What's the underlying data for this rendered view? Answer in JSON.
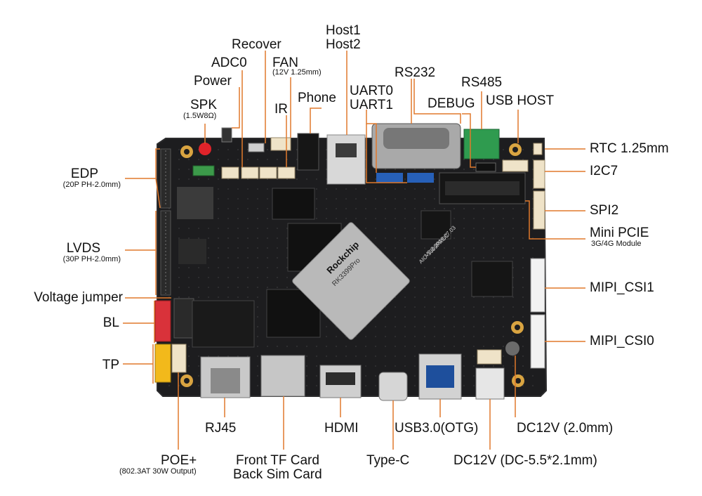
{
  "colors": {
    "pcb": "#1d1d1f",
    "pcb_edge": "#2c2c2e",
    "leader": "#e0792c",
    "soc": "#b9b9b9",
    "gold": "#d9a441"
  },
  "chip": {
    "brand": "Rockchip",
    "model": "RK3399Pro",
    "board_id": "AIO-3399PROC",
    "version": "V0.2 2019.07.03"
  },
  "labels": {
    "edp": "EDP",
    "edp_sub": "(20P PH-2.0mm)",
    "lvds": "LVDS",
    "lvds_sub": "(30P PH-2.0mm)",
    "voltage_jumper": "Voltage jumper",
    "bl": "BL",
    "tp": "TP",
    "spk": "SPK",
    "spk_sub": "(1.5W8Ω)",
    "power": "Power",
    "adc0": "ADC0",
    "recover": "Recover",
    "fan": "FAN",
    "fan_sub": "(12V 1.25mm)",
    "ir": "IR",
    "phone": "Phone",
    "host1": "Host1",
    "host2": "Host2",
    "uart0": "UART0",
    "uart1": "UART1",
    "rs232": "RS232",
    "debug": "DEBUG",
    "rs485": "RS485",
    "usb_host": "USB HOST",
    "rtc": "RTC 1.25mm",
    "i2c7": "I2C7",
    "spi2": "SPI2",
    "mini_pcie": "Mini PCIE",
    "mini_pcie_sub": "3G/4G Module",
    "mipi_csi1": "MIPI_CSI1",
    "mipi_csi0": "MIPI_CSI0",
    "rj45": "RJ45",
    "poe": "POE+",
    "poe_sub": "(802.3AT 30W Output)",
    "front_tf": "Front TF Card",
    "back_sim": "Back Sim Card",
    "hdmi": "HDMI",
    "type_c": "Type-C",
    "usb30": "USB3.0(OTG)",
    "dc12v_dc": "DC12V (DC-5.5*2.1mm)",
    "dc12v_20": "DC12V (2.0mm)"
  }
}
